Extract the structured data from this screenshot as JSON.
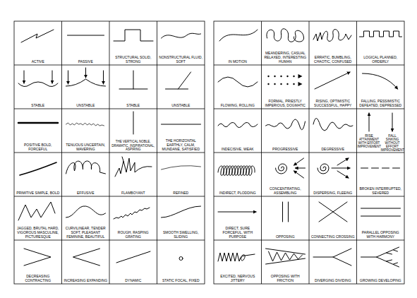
{
  "diagram": {
    "labels": [
      "ACTIVE",
      "PASSIVE",
      "STRUCTURAL SOLID, STRONG",
      "NONSTRUCTURAL FLUID, SOFT",
      "STABLE",
      "UNSTABLE",
      "STABLE",
      "UNSTABLE",
      "POSITIVE BOLD, FORCEFUL",
      "TENUOUS UNCERTAIN, WAVERING",
      "THE VERTICAL NOBLE, DRAMATIC, INSPIRATIONAL, ASPIRING",
      "THE HORIZONTAL EARTHLY, CALM, MUNDANE, SATISFIED",
      "PRIMITIVE SIMPLE, BOLD",
      "EFFUSIVE",
      "FLAMBOYANT",
      "REFINED",
      "JAGGED, BRUTAL HARD, VIGOROUS MASCULINE, PICTURESQUE",
      "CURVILINEAR, TENDER SOFT, PLEASANT FEMININE, BEAUTIFUL",
      "ROUGH, RASPING GRATING",
      "SMOOTH SWELLING, SLIDING",
      "DECREASING CONTRACTING",
      "INCREASING EXPANDING",
      "DYNAMIC",
      "STATIC FOCAL, FIXED",
      "IN MOTION",
      "MEANDERING, CASUAL RELAXED, INTERESTING HUMAN",
      "ERRATIC, BUMBLING, CHAOTIC, CONFUSED",
      "LOGICAL PLANNED, ORDERLY",
      "FLOWING, ROLLING",
      "FORMAL, PRIESTLY IMPERIOUS, DOGMATIC",
      "RISING, OPTIMISTIC SUCCESSFUL, HAPPY",
      "FALLING, PESSIMISTIC DEFEATED, DEPRESSED",
      "INDECISIVE, WEAK",
      "PROGRESSIVE",
      "DEGRESSIVE",
      "RISE",
      "ATTAINMENT WITH EFFORT IMPROVEMENT",
      "FALL",
      "SINKING WITHOUT EFFORT IMPROVEMENT",
      "INDIRECT, PLODDING",
      "CONCENTRATING, ASSEMBLING",
      "DISPERSING, FLEEING",
      "BROKEN INTERRUPTED, SEVERED",
      "DIRECT, SURE FORCEFUL, WITH PURPOSE",
      "OPPOSING",
      "CONNECTING CROSSING",
      "PARALLEL OPPOSING WITH HARMONY",
      "EXCITED, NERVOUS JITTERY",
      "OPPOSING WITH FRICTION",
      "DIVERGING DIVIDING",
      "GROWING DEVELOPING"
    ]
  }
}
